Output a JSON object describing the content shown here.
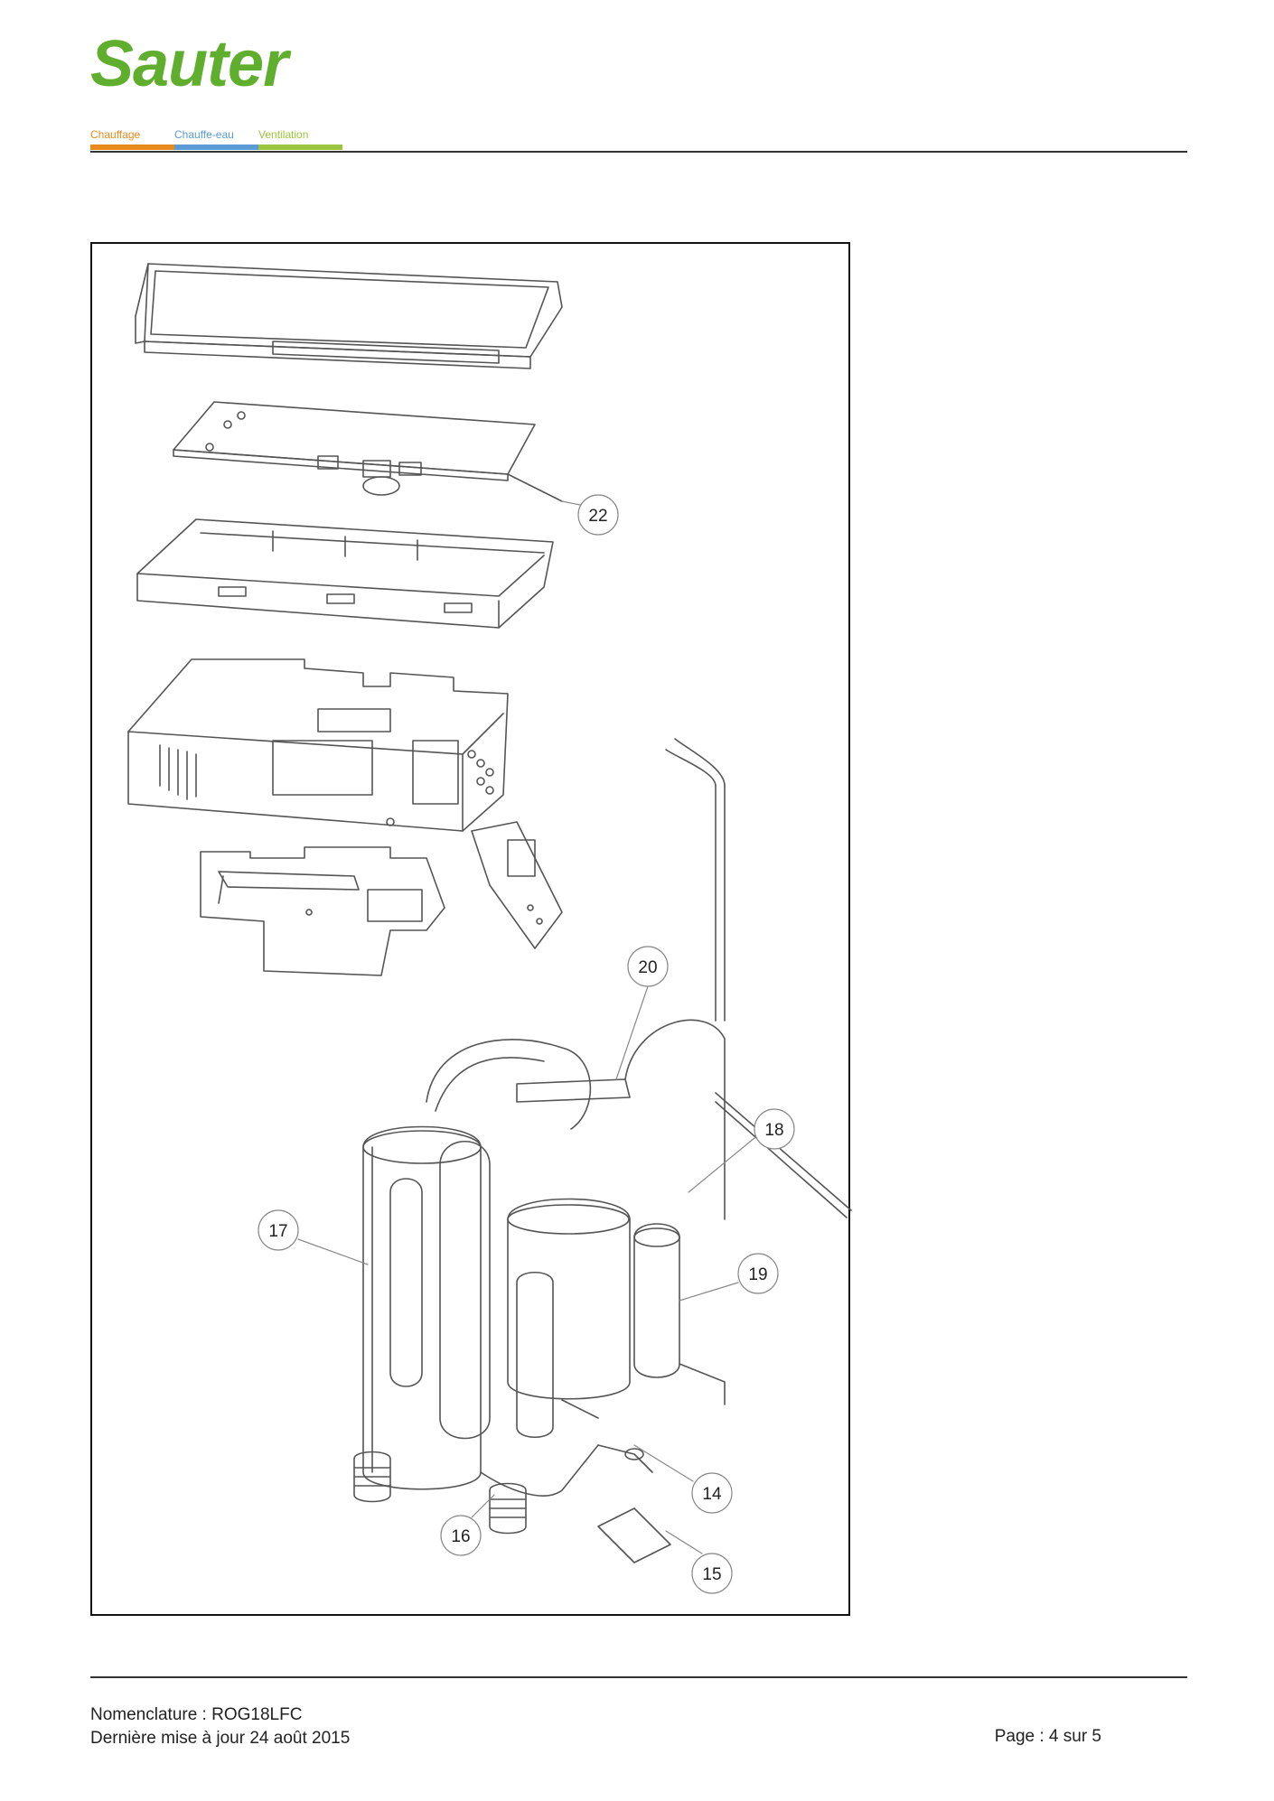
{
  "header": {
    "brand": "Sauter",
    "tabs": [
      {
        "label": "Chauffage",
        "color": "#e8891c"
      },
      {
        "label": "Chauffe-eau",
        "color": "#5b9bd5"
      },
      {
        "label": "Ventilation",
        "color": "#9bc53d"
      }
    ]
  },
  "drawing": {
    "callouts": [
      "22",
      "20",
      "18",
      "17",
      "19",
      "14",
      "16",
      "15"
    ]
  },
  "footer": {
    "nomenclature": "Nomenclature : ROG18LFC",
    "updated": "Dernière mise à jour 24 août 2015",
    "page": "Page : 4 sur 5"
  }
}
